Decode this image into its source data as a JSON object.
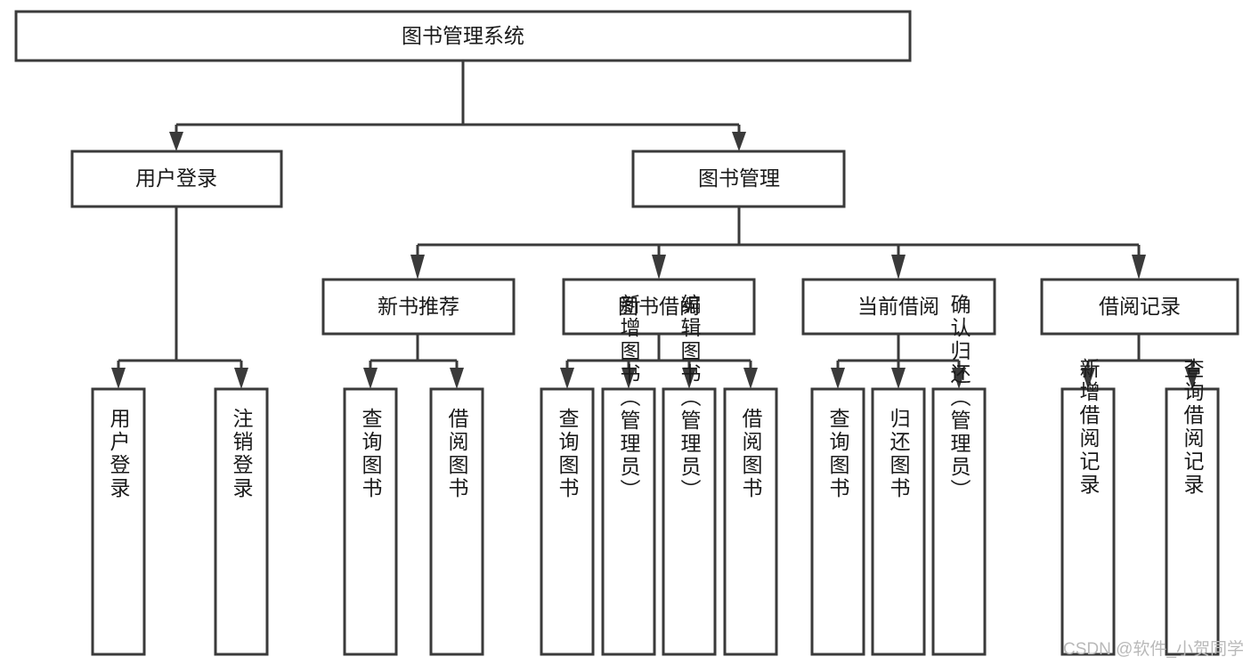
{
  "diagram": {
    "type": "tree",
    "title": "图书管理系统",
    "watermark": "CSDN @软件_小贺同学",
    "colors": {
      "box_stroke": "#3a3a3a",
      "box_fill": "#ffffff",
      "text": "#1a1a1a",
      "watermark": "#b9b9b9",
      "background": "#ffffff"
    },
    "levels": {
      "root": {
        "label": "图书管理系统"
      },
      "level2": [
        {
          "label": "用户登录"
        },
        {
          "label": "图书管理"
        }
      ],
      "level3": [
        {
          "label": "新书推荐"
        },
        {
          "label": "图书借阅"
        },
        {
          "label": "当前借阅"
        },
        {
          "label": "借阅记录"
        }
      ],
      "leaves": [
        {
          "label": "用户登录",
          "parent": "用户登录"
        },
        {
          "label": "注销登录",
          "parent": "用户登录"
        },
        {
          "label": "查询图书",
          "parent": "新书推荐"
        },
        {
          "label": "借阅图书",
          "parent": "新书推荐"
        },
        {
          "label": "查询图书",
          "parent": "图书借阅"
        },
        {
          "label": "新增图书（管理员）",
          "parent": "图书借阅"
        },
        {
          "label": "编辑图书（管理员）",
          "parent": "图书借阅"
        },
        {
          "label": "借阅图书",
          "parent": "图书借阅"
        },
        {
          "label": "查询图书",
          "parent": "当前借阅"
        },
        {
          "label": "归还图书",
          "parent": "当前借阅"
        },
        {
          "label": "确认归还（管理员）",
          "parent": "当前借阅"
        },
        {
          "label": "新增借阅记录",
          "parent": "借阅记录"
        },
        {
          "label": "查询借阅记录",
          "parent": "借阅记录"
        }
      ]
    }
  }
}
